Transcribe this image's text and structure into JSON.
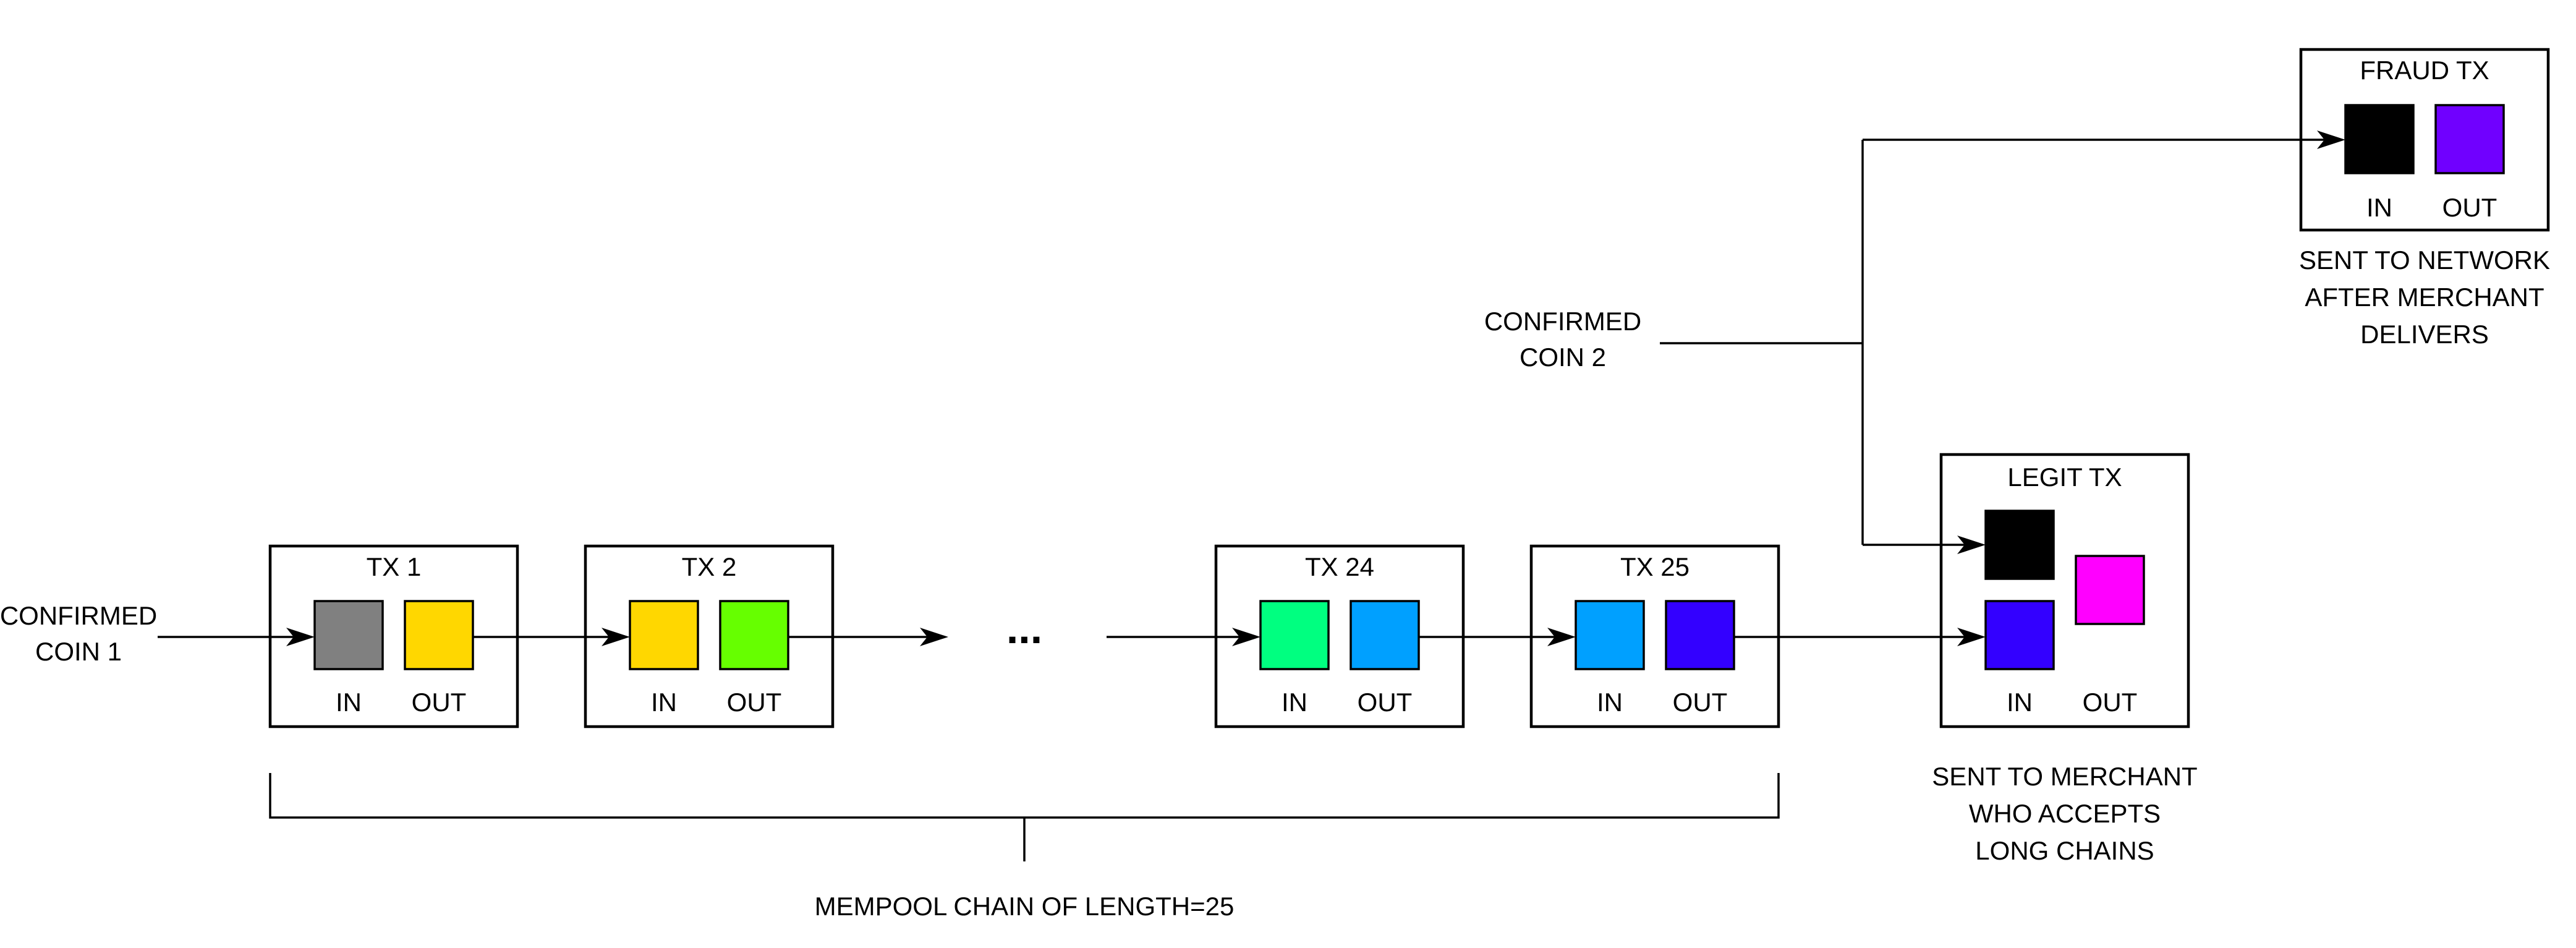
{
  "inputs": {
    "coin1": [
      "CONFIRMED",
      "COIN 1"
    ],
    "coin2": [
      "CONFIRMED",
      "COIN 2"
    ]
  },
  "ellipsis": "...",
  "io_labels": {
    "in": "IN",
    "out": "OUT"
  },
  "transactions": [
    {
      "id": "tx1",
      "title": "TX 1",
      "in_color": "#808080",
      "out_color": "#FFD700"
    },
    {
      "id": "tx2",
      "title": "TX 2",
      "in_color": "#FFD700",
      "out_color": "#66FF00"
    },
    {
      "id": "tx24",
      "title": "TX 24",
      "in_color": "#00FF80",
      "out_color": "#00A0FF"
    },
    {
      "id": "tx25",
      "title": "TX 25",
      "in_color": "#00A0FF",
      "out_color": "#3300FF"
    }
  ],
  "legit_tx": {
    "title": "LEGIT TX",
    "in_colors": [
      "#000000",
      "#3300FF"
    ],
    "out_color": "#FF00FF",
    "caption": [
      "SENT TO MERCHANT",
      "WHO ACCEPTS",
      "LONG CHAINS"
    ]
  },
  "fraud_tx": {
    "title": "FRAUD TX",
    "in_color": "#000000",
    "out_color": "#7000FF",
    "caption": [
      "SENT TO NETWORK",
      "AFTER MERCHANT",
      "DELIVERS"
    ]
  },
  "bracket_label": "MEMPOOL CHAIN OF LENGTH=25"
}
